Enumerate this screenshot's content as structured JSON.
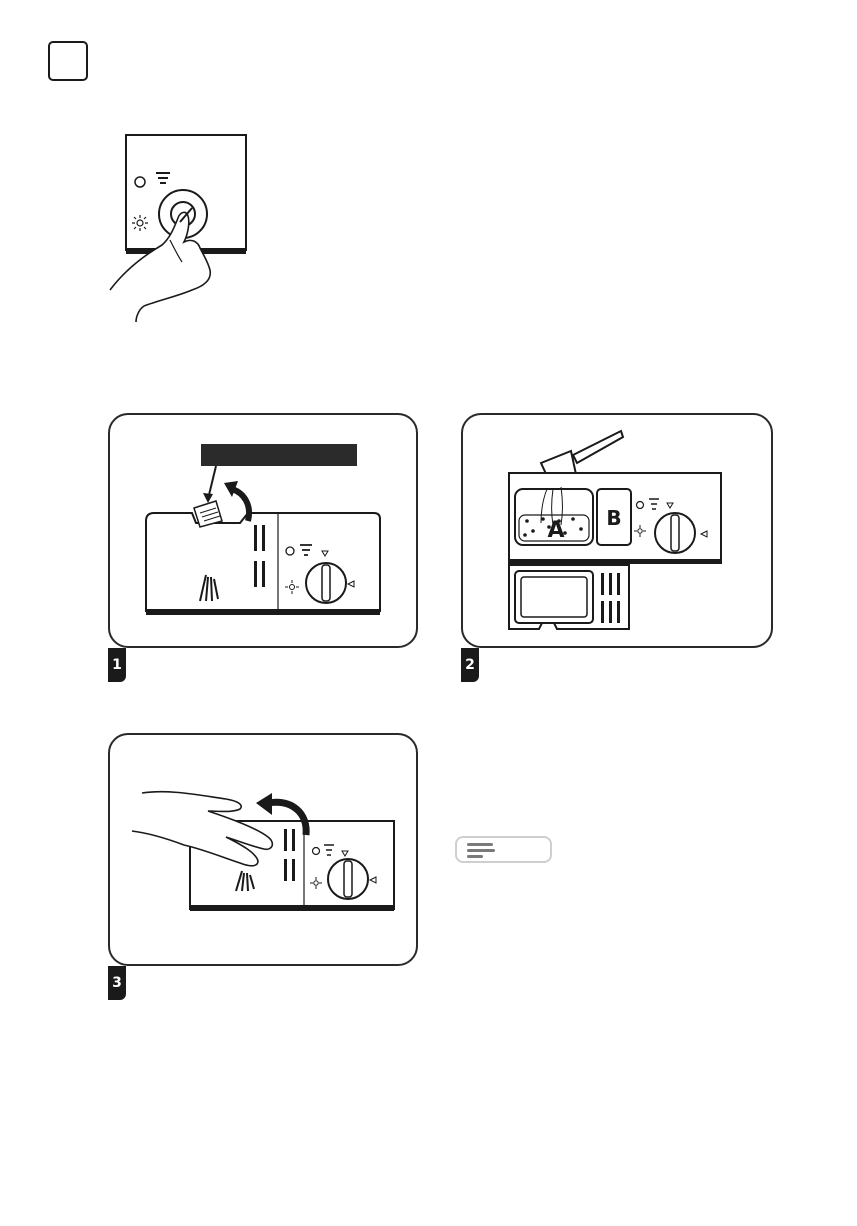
{
  "steps": [
    {
      "number": "1"
    },
    {
      "number": "2"
    },
    {
      "number": "3"
    }
  ],
  "compartments": {
    "a_label": "A",
    "b_label": "B"
  },
  "icons": [
    "light-sun-icon",
    "rinse-aid-level-icon",
    "spray-icon",
    "indicator-circle-icon",
    "arrow-icon",
    "note-icon"
  ]
}
